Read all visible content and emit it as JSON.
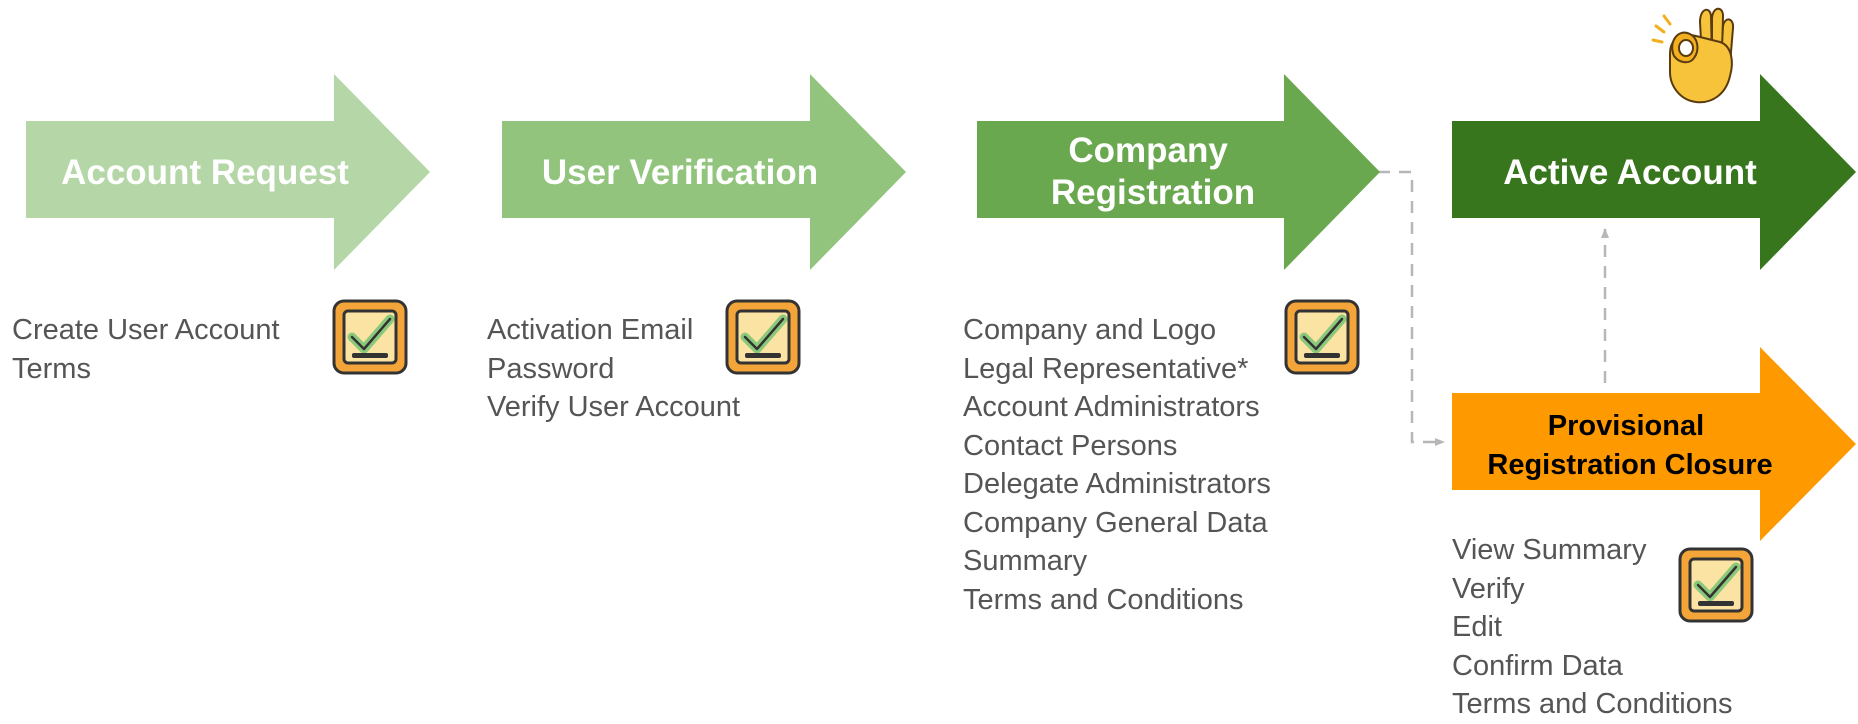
{
  "stages": [
    {
      "title_lines": [
        "Account Request"
      ],
      "color": "#b5d7a8",
      "text_color": "#ffffff",
      "steps": [
        "Create User Account",
        "Terms"
      ],
      "completed_icon": "checkbox-checked-icon"
    },
    {
      "title_lines": [
        "User Verification"
      ],
      "color": "#93c47d",
      "text_color": "#ffffff",
      "steps": [
        "Activation Email",
        "Password",
        "Verify User Account"
      ],
      "completed_icon": "checkbox-checked-icon"
    },
    {
      "title_lines": [
        "Company",
        "Registration"
      ],
      "color": "#6aa84f",
      "text_color": "#ffffff",
      "steps": [
        "Company and Logo",
        "Legal Representative*",
        "Account Administrators",
        "Contact Persons",
        "Delegate Administrators",
        "Company General Data",
        "Summary",
        "Terms and Conditions"
      ],
      "completed_icon": "checkbox-checked-icon"
    },
    {
      "title_lines": [
        "Active Account"
      ],
      "color": "#38761d",
      "text_color": "#ffffff",
      "steps": [],
      "badge_icon": "ok-hand-icon"
    },
    {
      "title_lines": [
        "Provisional",
        "Registration Closure"
      ],
      "color": "#ff9900",
      "text_color": "#000000",
      "steps": [
        "View Summary",
        "Verify",
        "Edit",
        "Confirm Data",
        "Terms and Conditions"
      ],
      "completed_icon": "checkbox-checked-icon"
    }
  ],
  "connectors": [
    {
      "from": "Company Registration",
      "to": "Provisional Registration Closure",
      "style": "dashed",
      "color": "#b7b7b7"
    },
    {
      "from": "Provisional Registration Closure",
      "to": "Active Account",
      "style": "dashed",
      "color": "#b7b7b7"
    }
  ],
  "icon_colors": {
    "check_frame": "#f4a53a",
    "check_fill": "#fbe3a3",
    "check_mark": "#8bc97a",
    "outline": "#333333"
  }
}
